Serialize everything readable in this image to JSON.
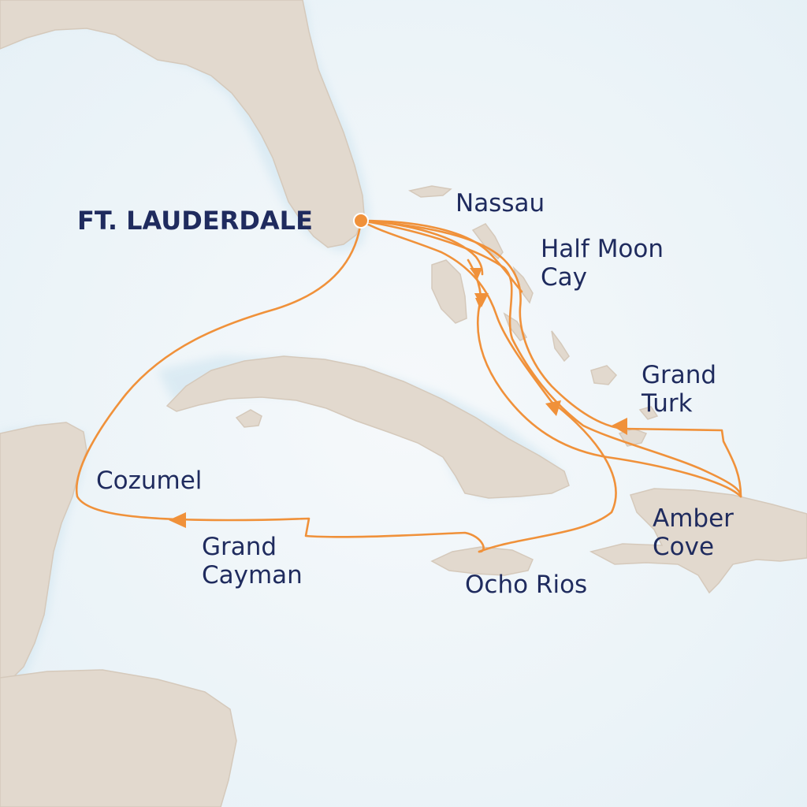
{
  "map": {
    "colors": {
      "water": "#eaf3f8",
      "water_deep": "#f4f8fb",
      "land": "#e2d9ce",
      "land_edge": "#d5c9bb",
      "route": "#f0913a",
      "port_dot": "#f0913a",
      "label": "#1f2b5e"
    },
    "origin_port": "FT. LAUDERDALE",
    "ports": {
      "nassau": "Nassau",
      "half_moon_cay": [
        "Half Moon",
        "Cay"
      ],
      "grand_turk": [
        "Grand",
        "Turk"
      ],
      "amber_cove": [
        "Amber",
        "Cove"
      ],
      "ocho_rios": "Ocho Rios",
      "grand_cayman": [
        "Grand",
        "Cayman"
      ],
      "cozumel": "Cozumel"
    }
  }
}
